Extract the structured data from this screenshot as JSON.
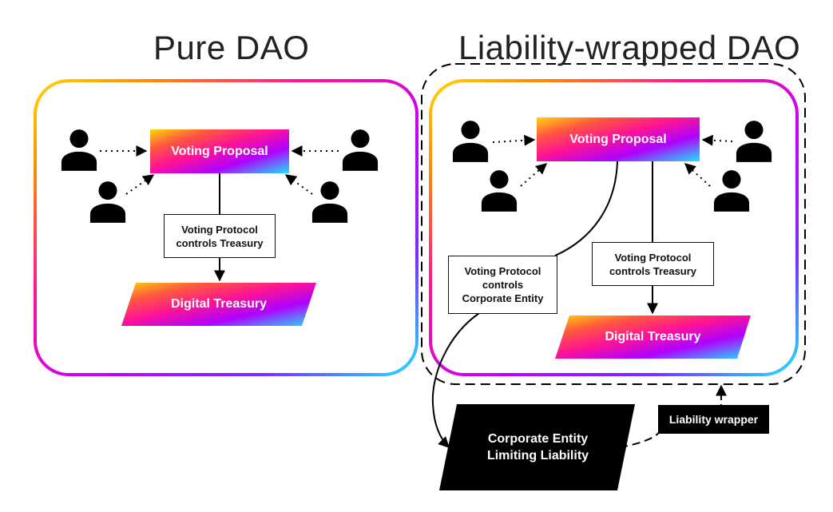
{
  "titles": {
    "left": "Pure DAO",
    "right": "Liability-wrapped DAO"
  },
  "left_dao": {
    "voting_proposal": "Voting Proposal",
    "protocol_box": [
      "Voting Protocol",
      "controls Treasury"
    ],
    "treasury": "Digital Treasury"
  },
  "right_dao": {
    "voting_proposal": "Voting Proposal",
    "corporate_protocol_box": [
      "Voting Protocol",
      "controls",
      "Corporate Entity"
    ],
    "treasury_protocol_box": [
      "Voting Protocol",
      "controls Treasury"
    ],
    "treasury": "Digital Treasury",
    "corporate_entity": [
      "Corporate Entity",
      "Limiting Liability"
    ],
    "liability_wrapper": "Liability wrapper"
  },
  "colors": {
    "gradient_start": "#ffd60a",
    "gradient_mid": "#ff1493",
    "gradient_violet": "#b000ff",
    "gradient_end": "#1ee3ff",
    "person": "#000000",
    "corporate_entity_fill": "#000000"
  }
}
